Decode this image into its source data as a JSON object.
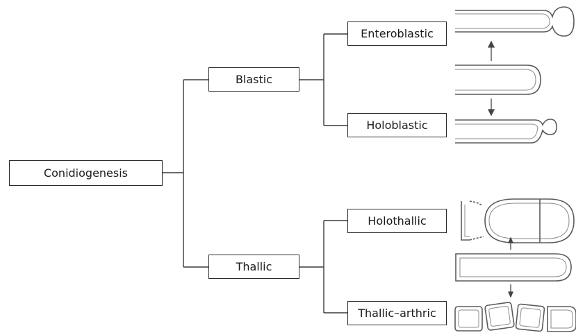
{
  "diagram": {
    "root": "Conidiogenesis",
    "branches": {
      "blastic": "Blastic",
      "thallic": "Thallic"
    },
    "leaves": {
      "enteroblastic": "Enteroblastic",
      "holoblastic": "Holoblastic",
      "holothallic": "Holothallic",
      "thallic_arthric": "Thallic–arthric"
    }
  }
}
